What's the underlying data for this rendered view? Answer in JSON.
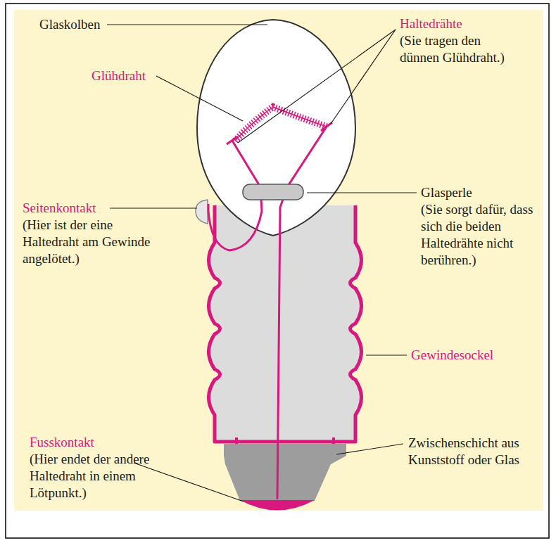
{
  "diagram": {
    "labels": [
      "Glaskolben",
      "Glühdraht",
      "Haltedrähte",
      "(Sie tragen den dünnen Glühdraht.)",
      "Glasperle",
      "(Sie sorgt dafür, dass sich die beiden Haltedrähte nicht berühren.)",
      "Seitenkontakt",
      "(Hier ist der eine Haltedraht am Gewinde angelötet.)",
      "Gewindesockel",
      "Fusskontakt",
      "(Hier endet der andere Haltedraht in einem Lötpunkt.)",
      "Zwischenschicht aus Kunststoff oder Glas"
    ]
  }
}
